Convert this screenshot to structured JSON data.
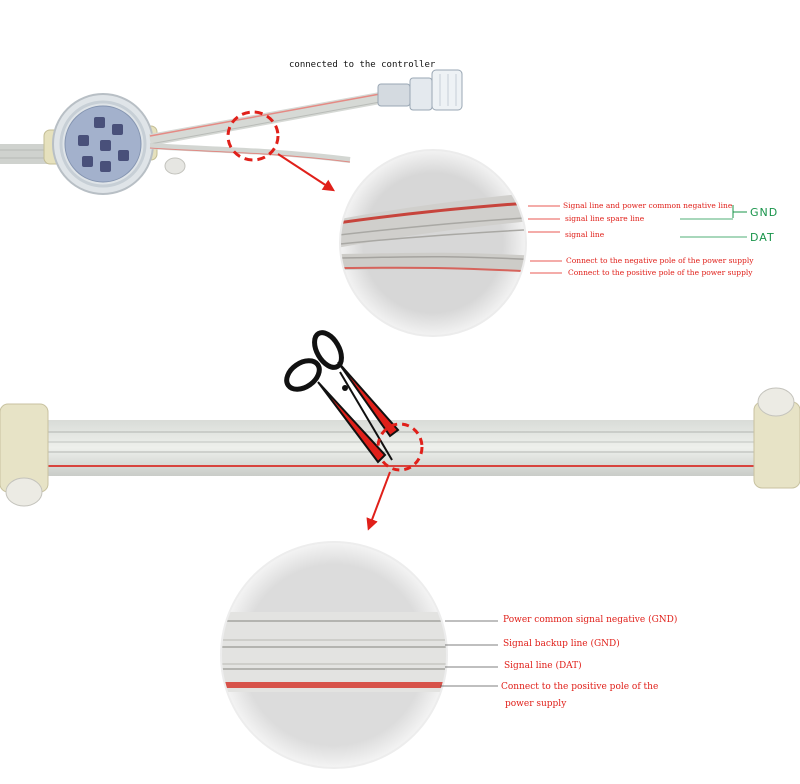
{
  "top_section": {
    "controller_label": "connected to the controller",
    "wire_labels": [
      "Signal line and power common negative line",
      "signal line spare line",
      "signal line",
      "Connect to the negative pole of the power supply",
      "Connect to the positive pole of the power supply"
    ],
    "gnd_label": "GND",
    "dat_label": "DAT"
  },
  "bottom_section": {
    "wire_labels": [
      "Power common signal negative (GND)",
      "Signal backup line (GND)",
      "Signal line (DAT)",
      "Connect to the positive pole of the",
      "power supply"
    ]
  },
  "colors": {
    "accent_red": "#e0201a",
    "gnd_green": "#18944a",
    "wire_red": "#d8443e"
  }
}
